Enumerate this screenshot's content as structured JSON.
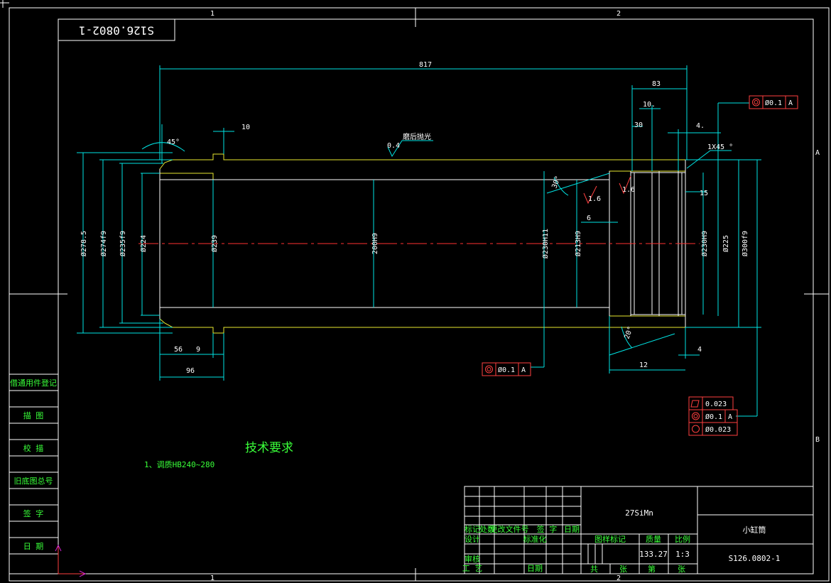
{
  "drawing_number": "S126.0802-1",
  "zone_marks": {
    "col1": "1",
    "col2": "2",
    "rowA": "A",
    "rowB": "B"
  },
  "dimensions": {
    "overall_length": "817",
    "d83": "83",
    "d10a": "10",
    "d10b": "10.",
    "d30": "30",
    "d4a": "4.",
    "chamfer": "1X45 °",
    "d15": "15",
    "d6": "6",
    "d4b": "4",
    "d12": "12",
    "d56": "56",
    "d9": "9",
    "d96": "96",
    "angle_left": "45°",
    "angle_30a": "30°",
    "angle_30b": "20°",
    "rough_04": "0.4",
    "rough_16a": "1.6",
    "rough_16b": "1.6",
    "note_polish": "磨后抛光",
    "dia_278": "Ø278.5",
    "dia_274": "Ø274f9",
    "dia_235": "Ø235f9",
    "dia_224": "Ø224",
    "dia_239": "Ø239",
    "dia_200": "200H9",
    "dia_230": "Ø230H11",
    "dia_213": "Ø213H9",
    "dia_230b": "Ø230H9",
    "dia_225": "Ø225",
    "dia_300": "Ø300f9"
  },
  "tolerance_frames": {
    "top": {
      "value": "Ø0.1",
      "datum": "A"
    },
    "bottom": {
      "value": "Ø0.1",
      "datum": "A"
    },
    "right": [
      {
        "value": "0.023",
        "datum": ""
      },
      {
        "value": "Ø0.1",
        "datum": "A"
      },
      {
        "value": "Ø0.023",
        "datum": ""
      }
    ]
  },
  "side_table": [
    "借通用件登记",
    "描 图",
    "校 描",
    "旧底图总号",
    "签 字",
    "日 期"
  ],
  "technical_requirements": {
    "title": "技术要求",
    "items": [
      "1、调质HB240~280"
    ]
  },
  "title_block": {
    "material": "27SiMn",
    "part_name": "小缸筒",
    "drawing_no": "S126.0802-1",
    "mass": "133.27",
    "scale": "1:3",
    "header_row": [
      "标记",
      "处数",
      "更改文件号",
      "签 字",
      "日期"
    ],
    "design": "设计",
    "standardize": "标准化",
    "review": "审核",
    "process": "工 艺",
    "date": "日期",
    "stage_mark": "图样标记",
    "mass_label": "质量",
    "scale_label": "比例",
    "total": "共",
    "sheet": "张",
    "page": "第",
    "sheet2": "张"
  },
  "colors": {
    "background": "#000000",
    "outline": "#ffffff",
    "dimension": "#00e5e5",
    "hatch": "#e8e830",
    "centerline": "#ff3030",
    "tolerance": "#ff4040",
    "table_text": "#39ff39"
  }
}
